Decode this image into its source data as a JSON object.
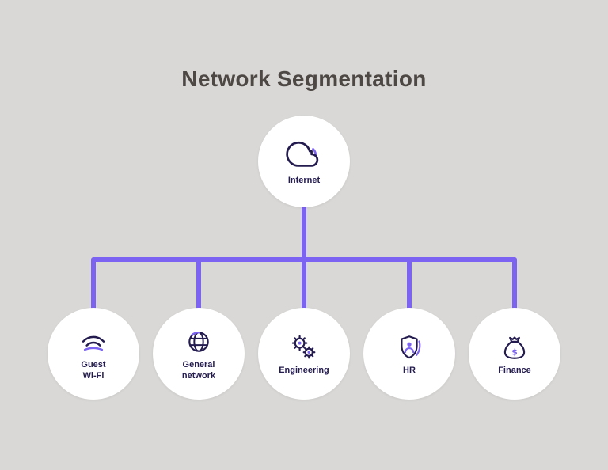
{
  "title": "Network Segmentation",
  "root": {
    "label": "Internet",
    "icon": "cloud-icon"
  },
  "children": [
    {
      "label": "Guest\nWi-Fi",
      "icon": "wifi-icon"
    },
    {
      "label": "General\nnetwork",
      "icon": "globe-icon"
    },
    {
      "label": "Engineering",
      "icon": "gears-icon"
    },
    {
      "label": "HR",
      "icon": "shield-person-icon"
    },
    {
      "label": "Finance",
      "icon": "money-bag-icon"
    }
  ],
  "colors": {
    "bg": "#d9d8d6",
    "line": "#7d63f1",
    "accent": "#7d63f1",
    "ink": "#241b4f",
    "circle": "#ffffff",
    "title_ink": "#4e4845",
    "label_ink": "#241b4f"
  }
}
